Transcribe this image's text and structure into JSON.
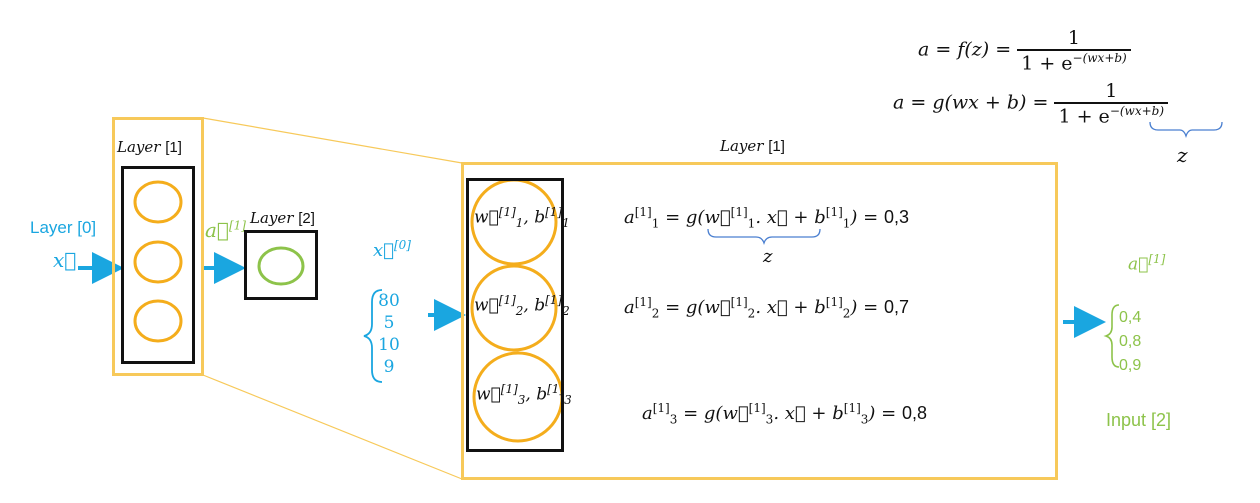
{
  "formulas": {
    "f1_lhs": "a =   f(z) =",
    "f1_num": "1",
    "f1_den": "1 + e",
    "f1_exp": "−(wx+b)",
    "f2_lhs": "a = g(wx + b) =",
    "f2_num": "1",
    "f2_den": "1 + e",
    "f2_exp": "−(wx+b)",
    "f2_under": "z"
  },
  "small_net": {
    "input_layer_label": "Layer [0]",
    "input_var": "x⃗",
    "layer1_label_word": "Layer",
    "layer1_label_index": "[1]",
    "output_var": "a⃗",
    "output_sup": "[1]",
    "layer2_label_word": "Layer",
    "layer2_label_index": "[2]"
  },
  "detail": {
    "title_word": "Layer",
    "title_index": "[1]",
    "input_var": "x⃗",
    "input_sup": "[0]",
    "input_values": [
      "80",
      "5",
      "10",
      "9"
    ],
    "neurons": [
      {
        "w": "w⃗",
        "w_sup": "[1]",
        "w_sub": "1",
        "b": "b",
        "b_sup": "[1]",
        "b_sub": "1"
      },
      {
        "w": "w⃗",
        "w_sup": "[1]",
        "w_sub": "2",
        "b": "b",
        "b_sup": "[1]",
        "b_sub": "2"
      },
      {
        "w": "w⃗",
        "w_sup": "[1]",
        "w_sub": "3",
        "b": "b",
        "b_sup": "[1]",
        "b_sub": "3"
      }
    ],
    "equations": [
      {
        "a_sub": "1",
        "result": "0,3"
      },
      {
        "a_sub": "2",
        "result": "0,7"
      },
      {
        "a_sub": "3",
        "result": "0,8"
      }
    ],
    "eq_sup": "[1]",
    "under_brace_label": "z",
    "output_var": "a⃗",
    "output_sup": "[1]",
    "output_values": [
      "0,4",
      "0,8",
      "0,9"
    ],
    "next_input_label": "Input [2]"
  },
  "colors": {
    "layer_box": "#f7c95a",
    "neuron": "#f4ad1c",
    "output_neuron": "#8dc34a",
    "input_arrow": "#1aa6e0",
    "output_text": "#8dc34a"
  }
}
